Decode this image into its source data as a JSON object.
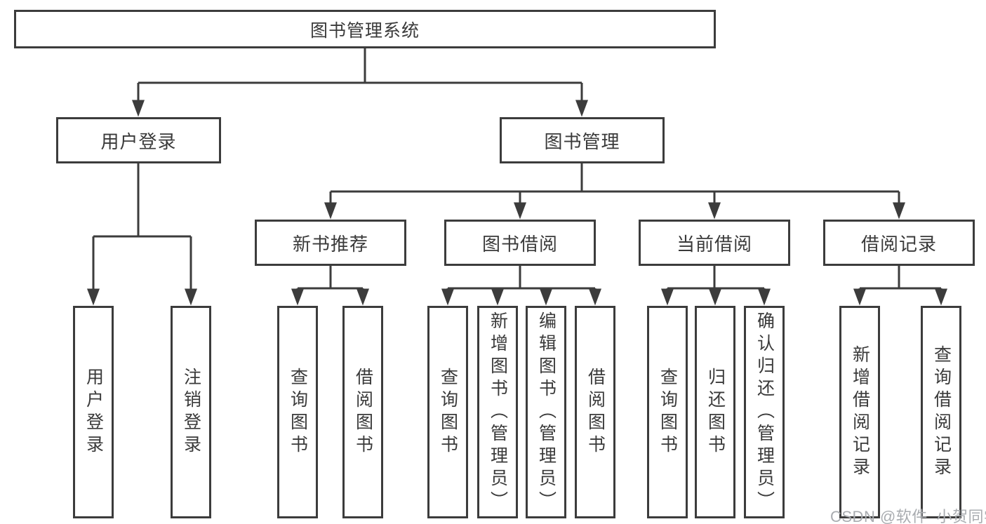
{
  "page": {
    "background": "#ffffff"
  },
  "colors": {
    "line": "#3c3c3c",
    "text": "#3a3a3a",
    "watermark": "#a9acb0"
  },
  "diagram": {
    "root": {
      "label": "图书管理系统"
    },
    "branches": [
      {
        "label": "用户登录",
        "children": [
          {
            "label": "用户登录"
          },
          {
            "label": "注销登录"
          }
        ]
      },
      {
        "label": "图书管理",
        "children": [
          {
            "label": "新书推荐",
            "children": [
              {
                "label": "查询图书"
              },
              {
                "label": "借阅图书"
              }
            ]
          },
          {
            "label": "图书借阅",
            "children": [
              {
                "label": "查询图书"
              },
              {
                "label": "新增图书（管理员）"
              },
              {
                "label": "编辑图书（管理员）"
              },
              {
                "label": "借阅图书"
              }
            ]
          },
          {
            "label": "当前借阅",
            "children": [
              {
                "label": "查询图书"
              },
              {
                "label": "归还图书"
              },
              {
                "label": "确认归还（管理员）"
              }
            ]
          },
          {
            "label": "借阅记录",
            "children": [
              {
                "label": "新增借阅记录"
              },
              {
                "label": "查询借阅记录"
              }
            ]
          }
        ]
      }
    ]
  },
  "watermark": {
    "text": "CSDN @软件_小贺同学"
  }
}
